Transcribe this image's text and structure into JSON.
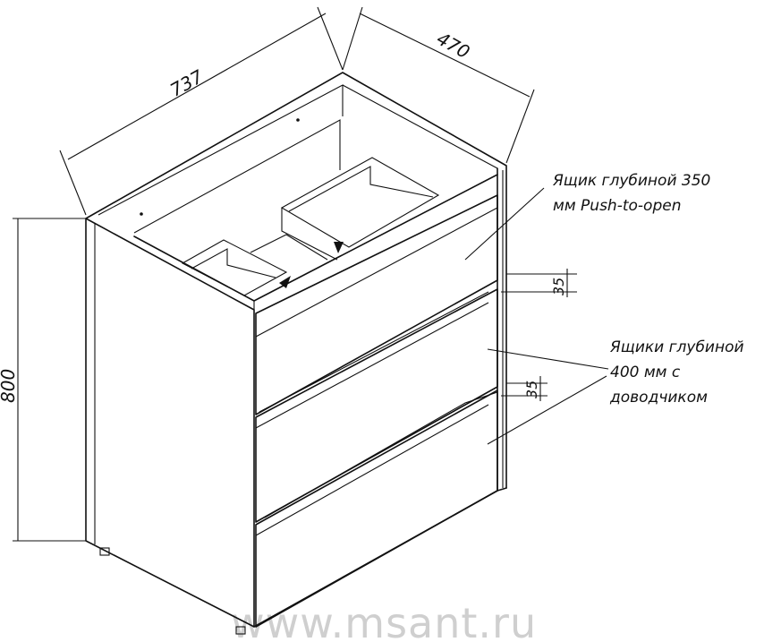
{
  "dimensions": {
    "width": "737",
    "depth": "470",
    "height": "800",
    "gap_top": "35",
    "gap_bottom": "35"
  },
  "notes": {
    "top_drawer_line1": "Ящик глубиной 350",
    "top_drawer_line2": "мм Push-to-open",
    "lower_drawers_line1": "Ящики глубиной",
    "lower_drawers_line2": "400 мм с",
    "lower_drawers_line3": "доводчиком"
  },
  "watermark": "www.msant.ru",
  "colors": {
    "line": "#111111",
    "watermark": "#cfcfcf",
    "background": "#ffffff"
  }
}
